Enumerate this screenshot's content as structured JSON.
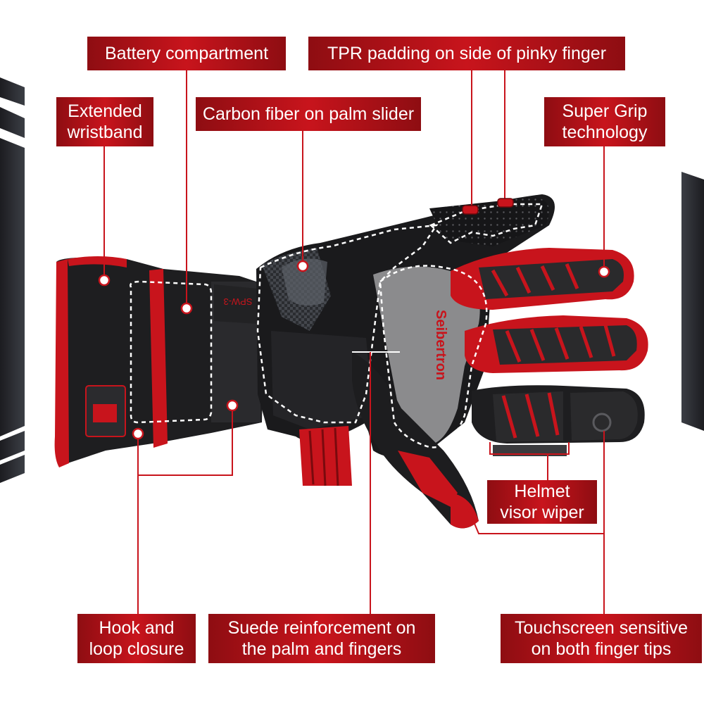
{
  "labels": {
    "battery": "Battery compartment",
    "tpr": "TPR padding on side of pinky finger",
    "wristband": [
      "Extended",
      "wristband"
    ],
    "carbon": "Carbon fiber on palm slider",
    "grip": [
      "Super Grip",
      "technology"
    ],
    "helmet": [
      "Helmet",
      "visor wiper"
    ],
    "hook": [
      "Hook and",
      "loop closure"
    ],
    "suede": [
      "Suede reinforcement on",
      "the palm and fingers"
    ],
    "touch": [
      "Touchscreen sensitive",
      "on both finger tips"
    ]
  },
  "product": {
    "brand_text": "Seibertron",
    "model_text": "SPW-3"
  },
  "colors": {
    "label_bg": "#b01018",
    "leader_line": "#c8141c",
    "glove_black": "#1b1b1d",
    "glove_red": "#c8141c",
    "suede_gray": "#8b8b8d"
  }
}
